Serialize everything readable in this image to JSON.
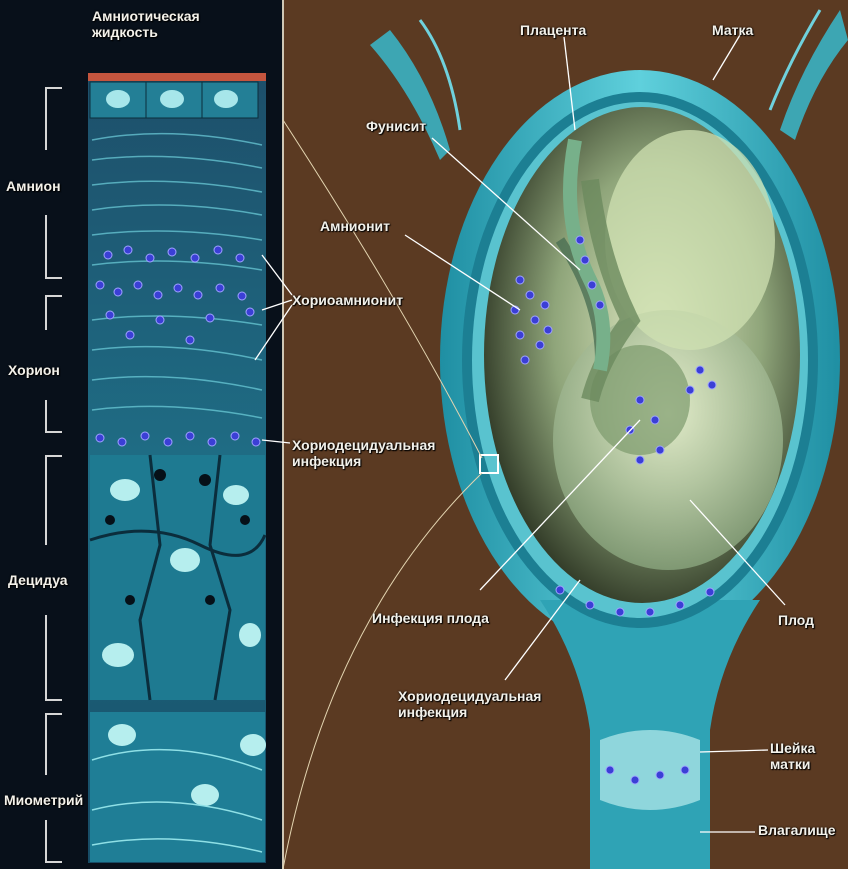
{
  "labels": {
    "amniotic_fluid": "Амниотическая жидкость",
    "amnion": "Амнион",
    "chorion": "Хорион",
    "decidua": "Децидуа",
    "myometrium": "Миометрий",
    "chorioamnionitis": "Хориоамнионит",
    "choriodecidual_infection_left": "Хориодецидуальная инфекция",
    "placenta": "Плацента",
    "uterus": "Матка",
    "funisitis": "Фунисит",
    "amnionitis": "Амнионит",
    "fetal_infection": "Инфекция плода",
    "fetus": "Плод",
    "choriodecidual_infection_right": "Хориодецидуальная инфекция",
    "cervix": "Шейка матки",
    "vagina": "Влагалище"
  },
  "colors": {
    "background_brown": "#5b3a22",
    "left_panel": "#08101a",
    "tissue_cyan": "#2fa3b5",
    "infection_dots": "#3b3fd6",
    "label_text": "#f3f1ea"
  }
}
